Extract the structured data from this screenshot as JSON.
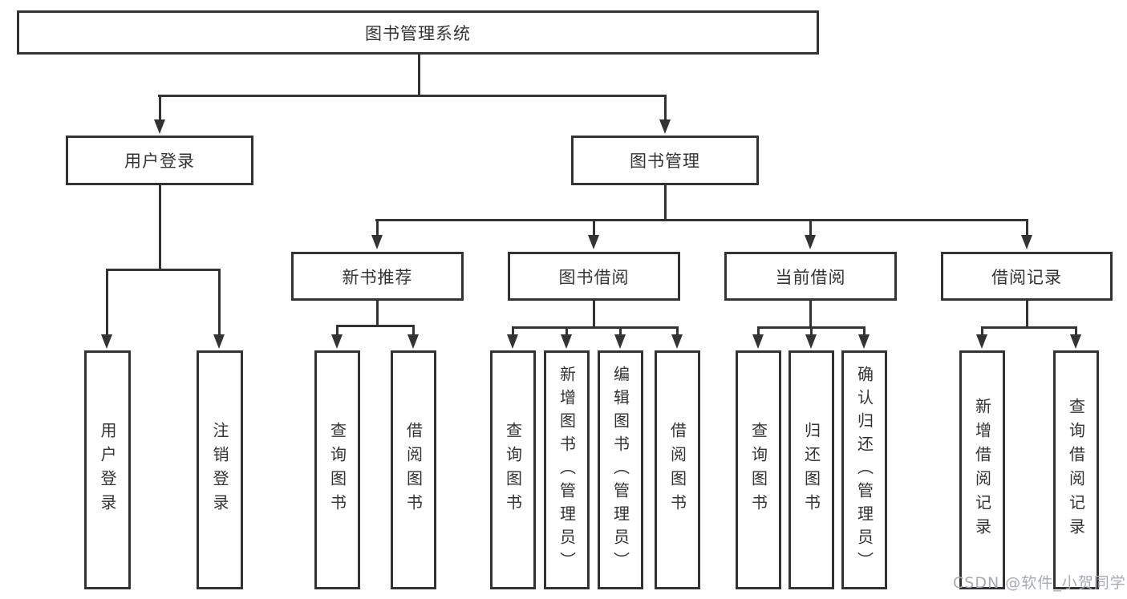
{
  "colors": {
    "line": "#333333",
    "text": "#333333",
    "watermark": "#a8abb2",
    "background": "#ffffff"
  },
  "tree": {
    "root": {
      "label": "图书管理系统"
    },
    "branches": [
      {
        "label": "用户登录",
        "children": [
          {
            "label": "用户登录"
          },
          {
            "label": "注销登录"
          }
        ]
      },
      {
        "label": "图书管理",
        "children": [
          {
            "label": "新书推荐",
            "children": [
              {
                "label": "查询图书"
              },
              {
                "label": "借阅图书"
              }
            ]
          },
          {
            "label": "图书借阅",
            "children": [
              {
                "label": "查询图书"
              },
              {
                "label": "新增图书（管理员）"
              },
              {
                "label": "编辑图书（管理员）"
              },
              {
                "label": "借阅图书"
              }
            ]
          },
          {
            "label": "当前借阅",
            "children": [
              {
                "label": "查询图书"
              },
              {
                "label": "归还图书"
              },
              {
                "label": "确认归还（管理员）"
              }
            ]
          },
          {
            "label": "借阅记录",
            "children": [
              {
                "label": "新增借阅记录"
              },
              {
                "label": "查询借阅记录"
              }
            ]
          }
        ]
      }
    ]
  },
  "watermark": {
    "text": "CSDN @软件_小贺同学"
  }
}
